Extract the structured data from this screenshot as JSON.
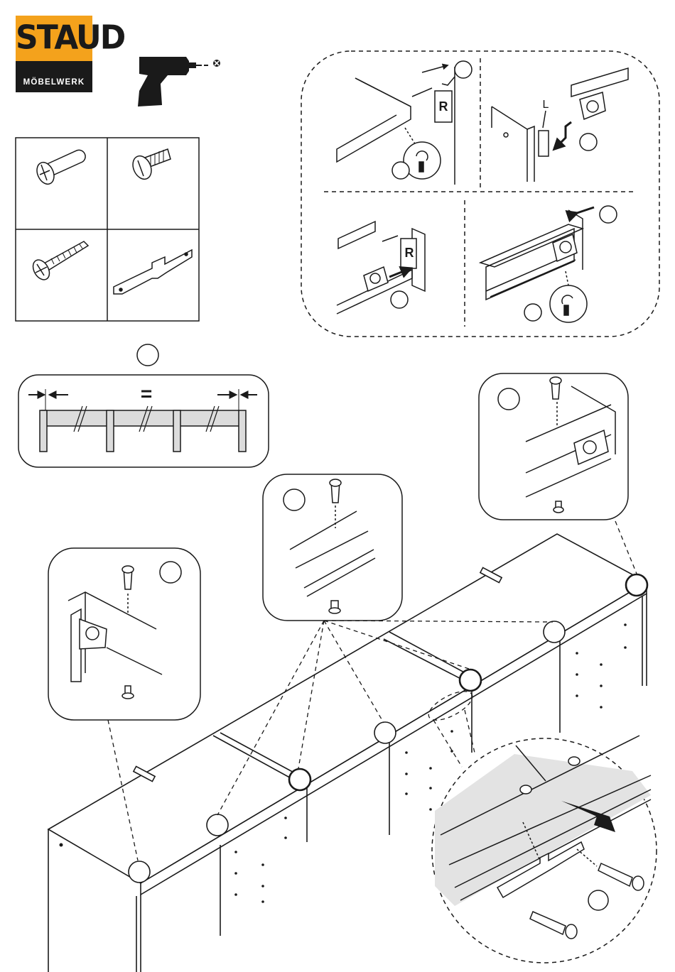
{
  "logo": {
    "brand": "STAUD",
    "subtitle": "MÖBELWERK",
    "brand_color": "#f4a21c",
    "dark_color": "#1a1a1a"
  },
  "tools": {
    "icons": [
      "drill-icon",
      "no-screw-icon"
    ]
  },
  "parts": {
    "icons": [
      "connector-bolt-icon",
      "connector-screw-icon",
      "wood-screw-icon",
      "metal-bracket-icon"
    ]
  },
  "detail_letters": {
    "right_side": "R",
    "left_side": "L",
    "equal_sign": "="
  },
  "colors": {
    "line": "#1a1a1a",
    "shading": "#dcdcdc",
    "arrow_fill": "#1a1a1a"
  }
}
